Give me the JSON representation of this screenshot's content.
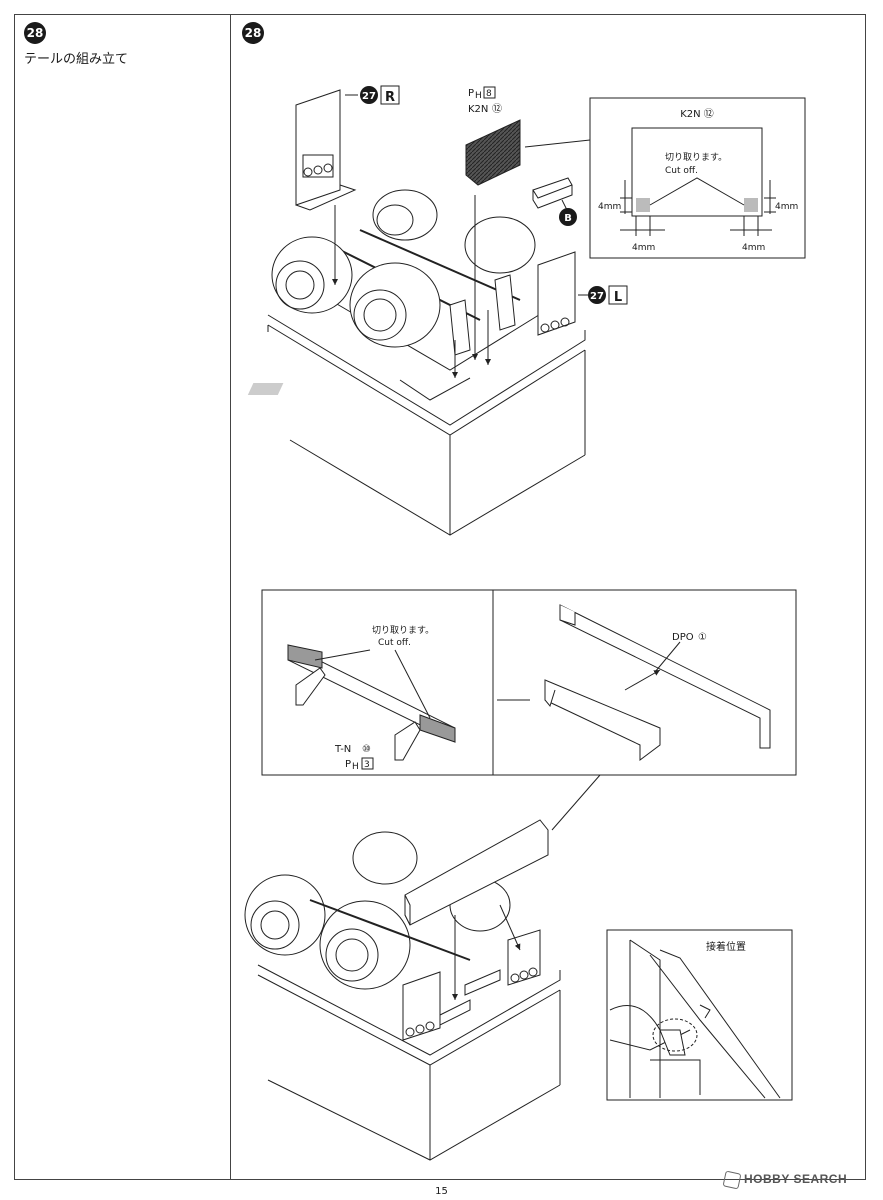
{
  "steps": {
    "left_badge": "28",
    "right_badge": "28",
    "title": "テールの組み立て"
  },
  "callouts": {
    "ref_r_badge": "27",
    "ref_r_letter": "R",
    "ref_l_badge": "27",
    "ref_l_letter": "L",
    "b_badge": "B"
  },
  "parts": {
    "k2n_plating": "P",
    "k2n_plating_sub": "H",
    "k2n_plating_num": "8",
    "k2n_label": "K2N",
    "k2n_num": "⑫",
    "tn_label": "T-N",
    "tn_num": "⑩",
    "tn_plating": "P",
    "tn_plating_sub": "H",
    "tn_plating_num": "3",
    "dpo_label": "DPO",
    "dpo_num": "①"
  },
  "detail_k2n": {
    "title": "K2N ⑫",
    "cut_jp": "切り取ります。",
    "cut_en": "Cut off.",
    "dim_left_v": "4mm",
    "dim_right_v": "4mm",
    "dim_left_h": "4mm",
    "dim_right_h": "4mm"
  },
  "detail_tn": {
    "cut_jp": "切り取ります。",
    "cut_en": "Cut off."
  },
  "detail_glue": {
    "label": "接着位置"
  },
  "footer": {
    "page": "15",
    "watermark": "HOBBY SEARCH"
  }
}
